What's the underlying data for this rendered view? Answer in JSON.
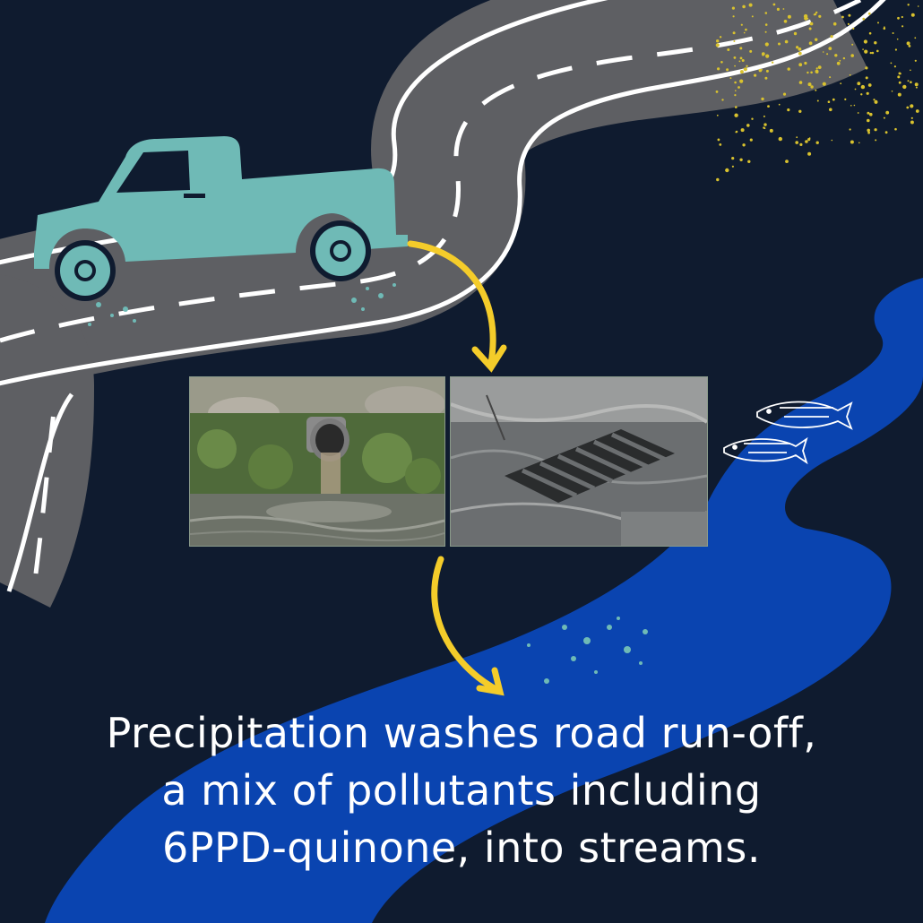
{
  "caption": {
    "line1": "Precipitation washes road run-off,",
    "line2": "a mix of pollutants including",
    "line3": "6PPD-quinone, into streams."
  },
  "colors": {
    "background": "#0f1b2f",
    "road": "#5e5f63",
    "road_markings": "#ffffff",
    "truck": "#6fbab6",
    "stream": "#0a44b0",
    "arrow": "#f4cc2a",
    "dust": "#d9c22e"
  },
  "icons": {
    "vehicle": "pickup-truck-icon",
    "fish": "salmon-icon",
    "photo_left": "drain-pipe-photo",
    "photo_right": "storm-drain-photo"
  }
}
